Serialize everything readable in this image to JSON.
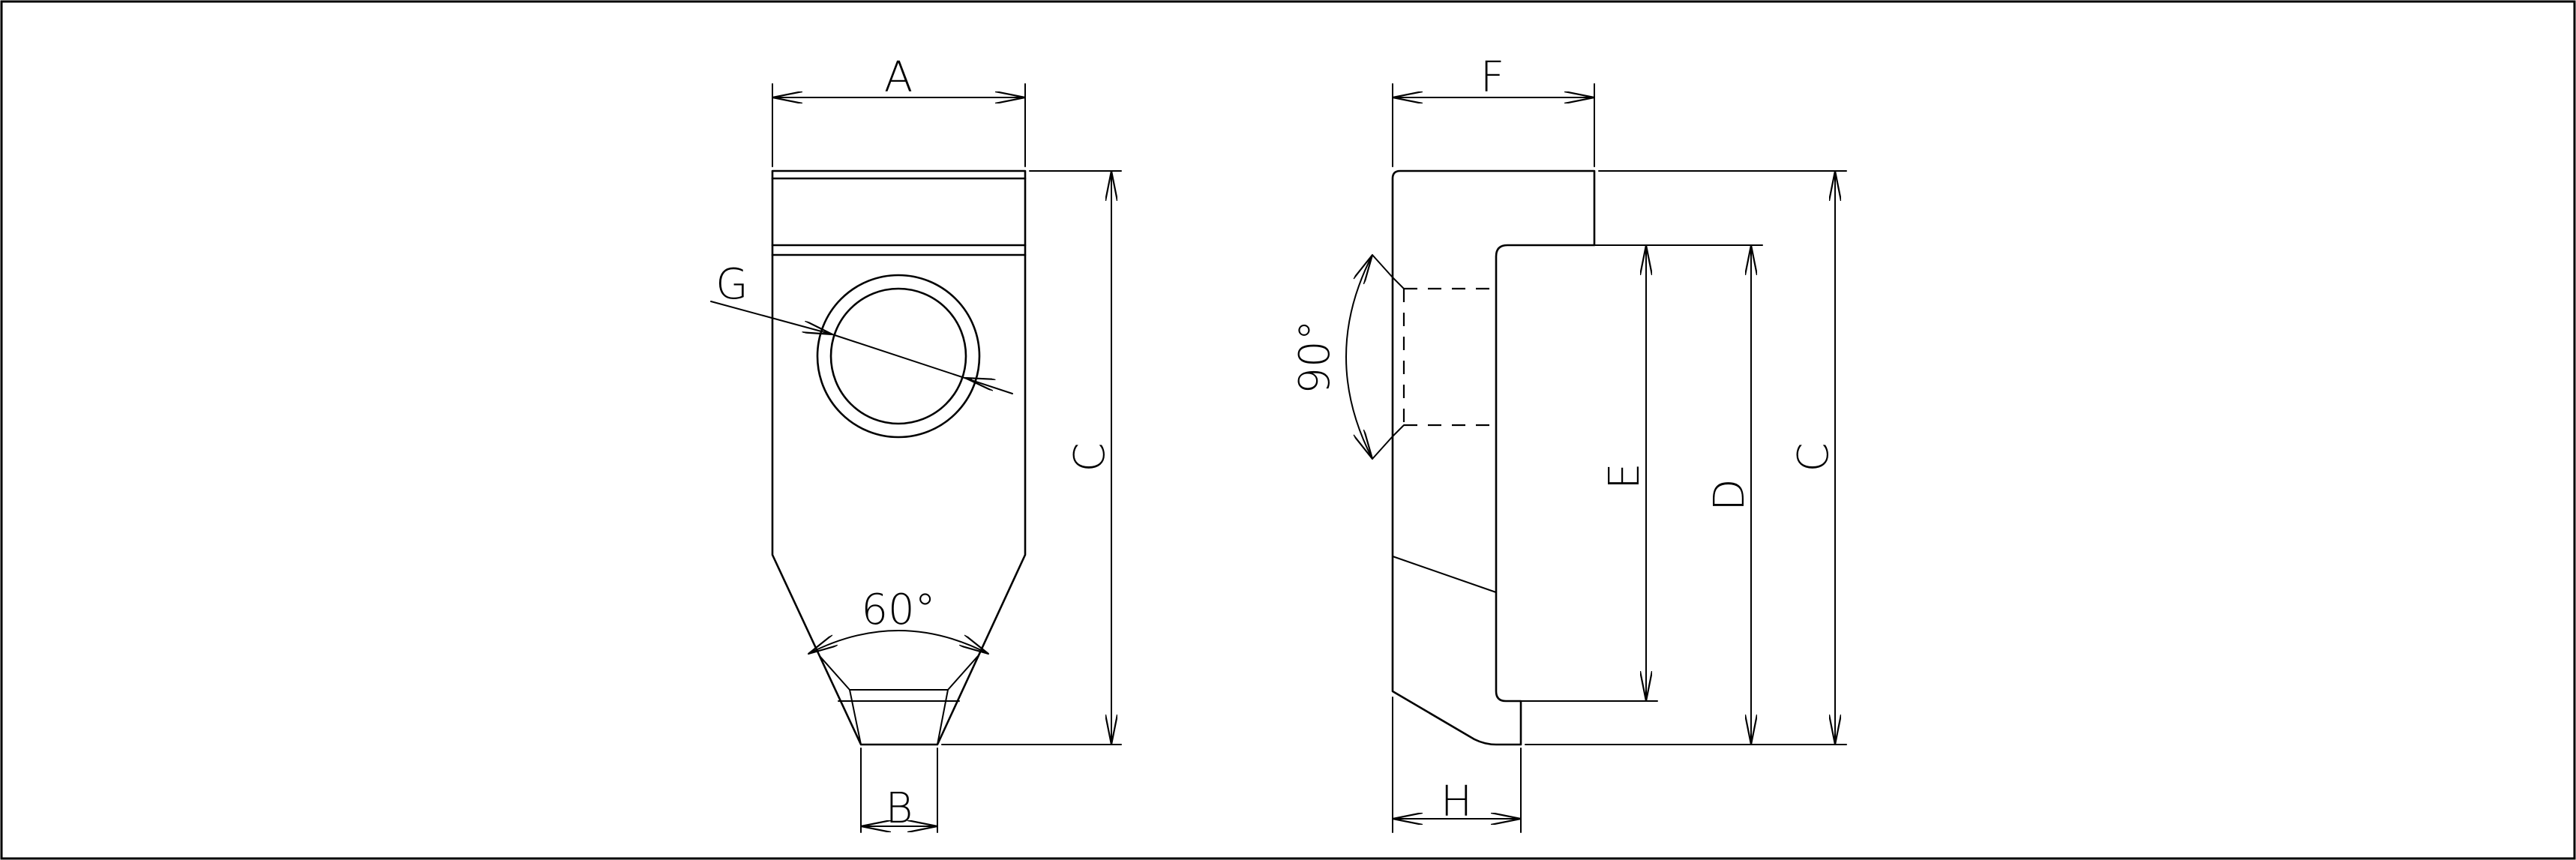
{
  "drawing": {
    "front_view": {
      "dim_width_top": "A",
      "dim_width_bottom": "B",
      "dim_height": "C",
      "dim_hole": "G",
      "angle_label": "60°"
    },
    "side_view": {
      "dim_top": "F",
      "dim_bottom": "H",
      "dim_inner": "E",
      "dim_mid": "D",
      "dim_total": "C",
      "angle_label": "90°"
    }
  }
}
